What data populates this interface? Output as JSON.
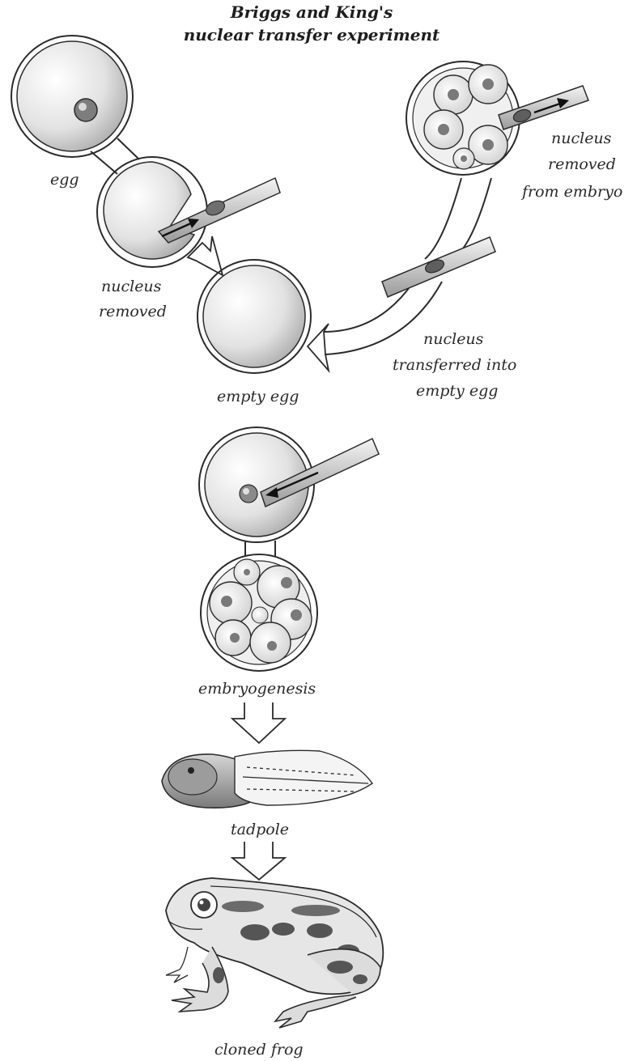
{
  "title": {
    "line1": "Briggs and King's",
    "line2": "nuclear transfer experiment"
  },
  "labels": {
    "egg": "egg",
    "nucleus_removed_1": "nucleus",
    "nucleus_removed_2": "removed",
    "nucleus_from_embryo_1": "nucleus",
    "nucleus_from_embryo_2": "removed",
    "nucleus_from_embryo_3": "from embryo",
    "empty_egg": "empty egg",
    "transferred_1": "nucleus",
    "transferred_2": "transferred into",
    "transferred_3": "empty egg",
    "embryogenesis": "embryogenesis",
    "tadpole": "tadpole",
    "cloned_frog": "cloned frog"
  },
  "colors": {
    "ink": "#2b2b2b",
    "shade": "#bdbdbd",
    "paper": "#ffffff"
  }
}
